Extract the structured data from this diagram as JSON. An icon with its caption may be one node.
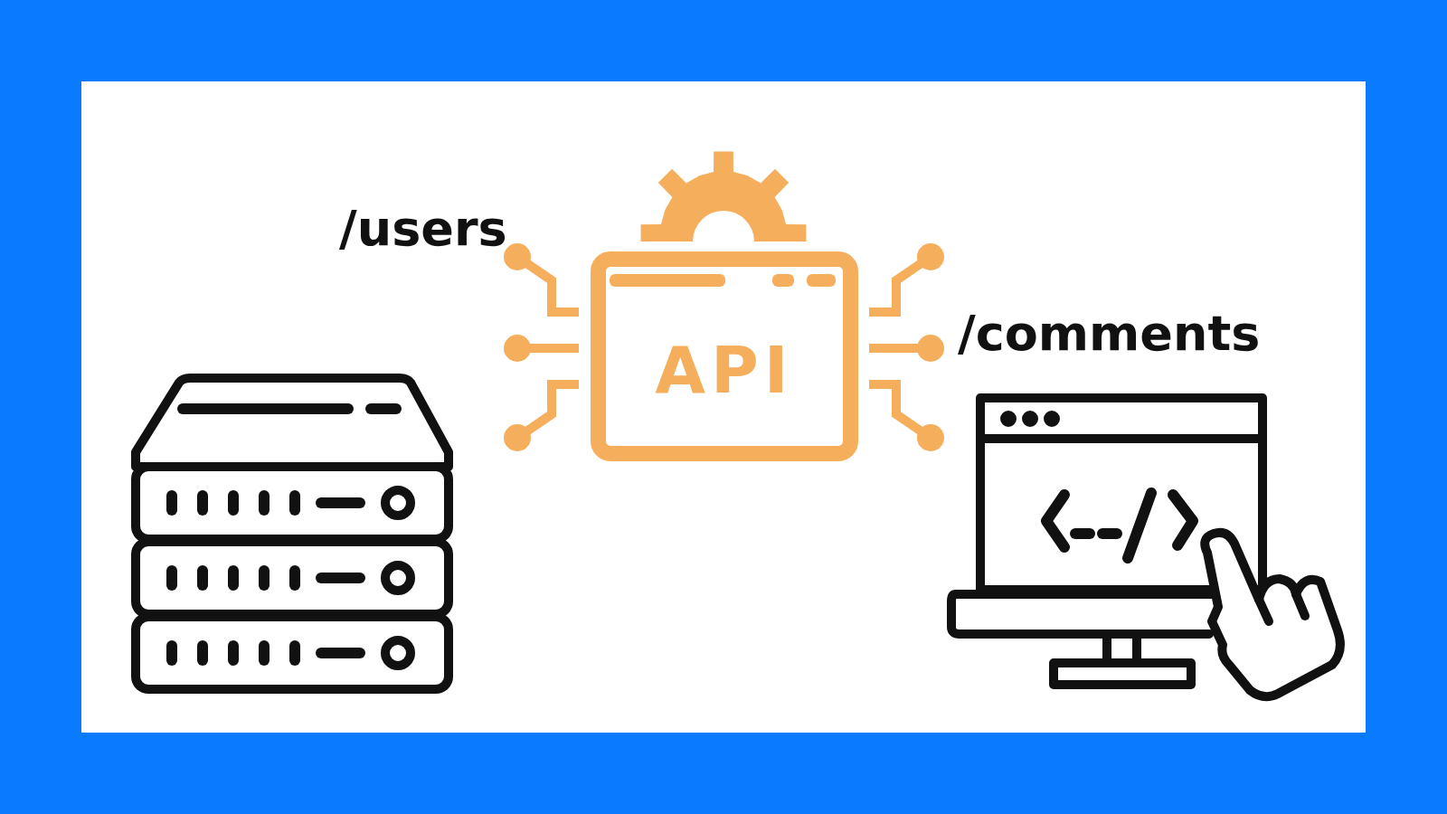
{
  "diagram": {
    "nodes": [
      {
        "text": [
          "API"
        ]
      }
    ],
    "labels": [
      "/users",
      "/comments"
    ]
  }
}
